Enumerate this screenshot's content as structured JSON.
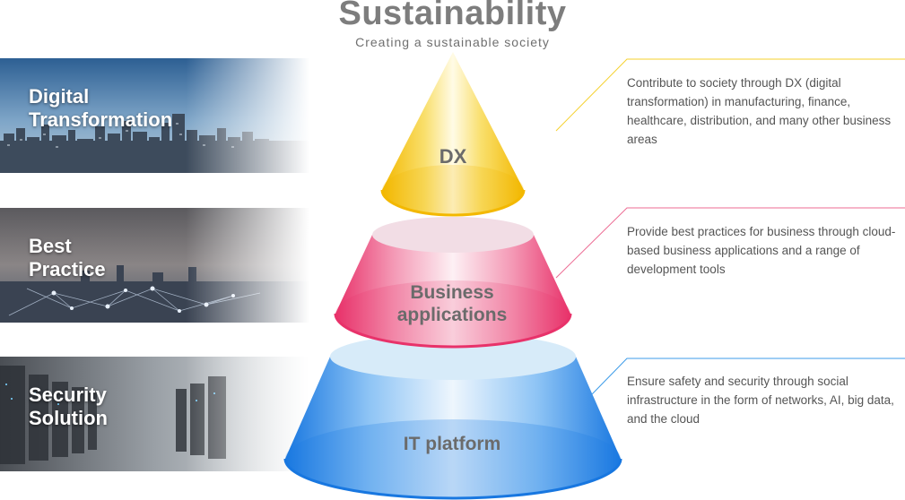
{
  "header": {
    "title": "Sustainability",
    "subtitle": "Creating a sustainable society"
  },
  "bands": [
    {
      "line1": "Digital",
      "line2": "Transformation",
      "image": "city-skyline-photo"
    },
    {
      "line1": "Best",
      "line2": "Practice",
      "image": "network-city-photo"
    },
    {
      "line1": "Security",
      "line2": "Solution",
      "image": "server-room-photo"
    }
  ],
  "layers": {
    "dx": {
      "label": "DX",
      "color": "#f5c51e"
    },
    "business": {
      "line1": "Business",
      "line2": "applications",
      "color": "#e9527e"
    },
    "it": {
      "label": "IT platform",
      "color": "#2f8fe8"
    }
  },
  "descriptions": [
    {
      "text": "Contribute to society through DX (digital transformation) in manufacturing, finance, healthcare, distribution, and many other business areas",
      "color": "#f5d12e"
    },
    {
      "text": "Provide best practices for business through cloud-based business applications and a range of development tools",
      "color": "#ec6b93"
    },
    {
      "text": "Ensure safety and security through social infrastructure in the form of networks, AI, big data, and the cloud",
      "color": "#3c9be8"
    }
  ]
}
